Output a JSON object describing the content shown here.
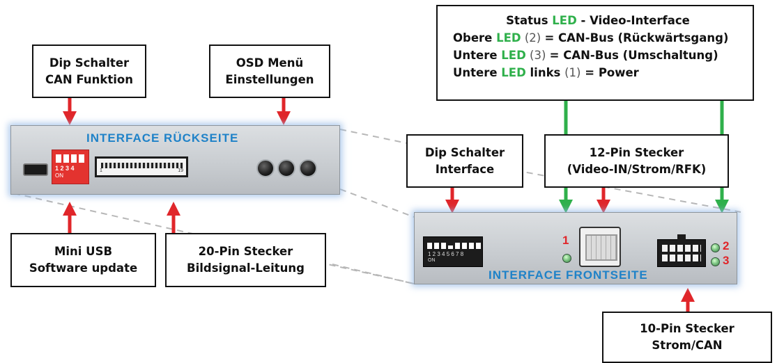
{
  "status_box": {
    "line1": {
      "pre": "Status ",
      "led": "LED",
      "post": " - Video-Interface"
    },
    "line2": {
      "pre": "Obere ",
      "led": "LED",
      "num": " (2) ",
      "post": "= CAN-Bus (Rückwärtsgang)"
    },
    "line3": {
      "pre": "Untere ",
      "led": "LED",
      "num": " (3) ",
      "post": "= CAN-Bus (Umschaltung)"
    },
    "line4": {
      "pre": "Untere ",
      "led": "LED",
      "post1": " links ",
      "num": "(1)",
      "post2": " = Power"
    }
  },
  "callouts": {
    "dip_can": {
      "line1": "Dip Schalter",
      "line2": "CAN Funktion"
    },
    "osd": {
      "line1": "OSD Menü",
      "line2": "Einstellungen"
    },
    "dip_interface": {
      "line1": "Dip Schalter",
      "line2": "Interface"
    },
    "pin12": {
      "line1": "12-Pin Stecker",
      "line2": "(Video-IN/Strom/RFK)"
    },
    "mini_usb": {
      "line1": "Mini USB",
      "line2": "Software update"
    },
    "pin20": {
      "line1": "20-Pin Stecker",
      "line2": "Bildsignal-Leitung"
    },
    "pin10": {
      "line1": "10-Pin Stecker",
      "line2": "Strom/CAN"
    }
  },
  "back_panel": {
    "label": "INTERFACE  RÜCKSEITE",
    "dip_numbers": "1 2 3 4",
    "dip_on": "ON",
    "conn_left_mark": "1",
    "conn_right_mark": "19"
  },
  "front_panel": {
    "label": "INTERFACE  FRONTSEITE",
    "dip_numbers": "1 2 3 4 5 6 7 8",
    "dip_on": "ON",
    "led_labels": {
      "led1": "1",
      "led2": "2",
      "led3": "3"
    }
  },
  "colors": {
    "arrow_red": "#e0262a",
    "arrow_green": "#2fb04b",
    "panel_label": "#1f82c8",
    "led_text": "#2fb04b"
  }
}
